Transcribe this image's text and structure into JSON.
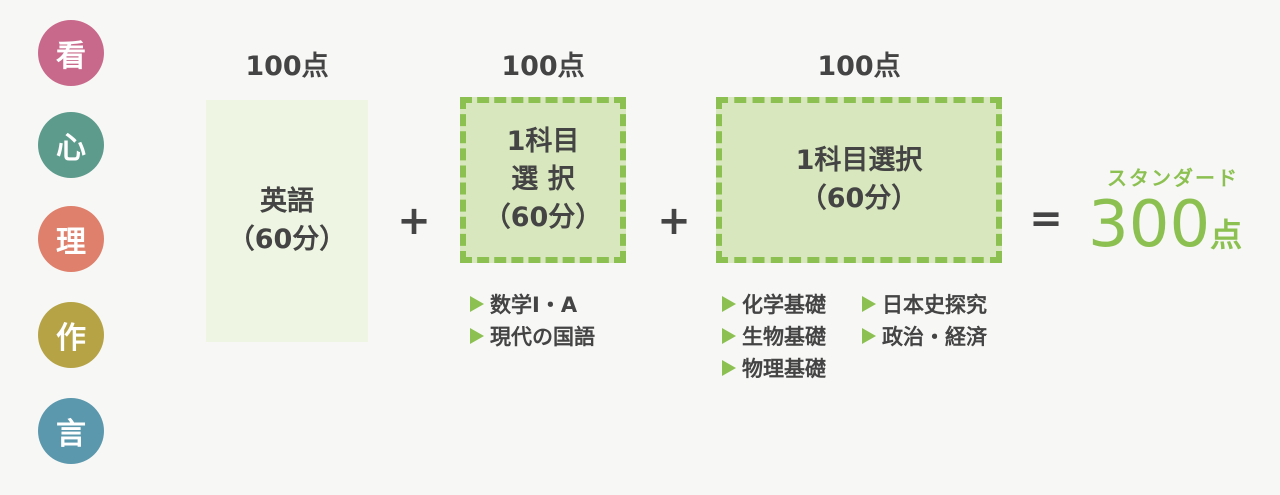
{
  "side_circles": [
    {
      "label": "看",
      "color": "#c8698b"
    },
    {
      "label": "心",
      "color": "#5d9b8c"
    },
    {
      "label": "理",
      "color": "#de806b"
    },
    {
      "label": "作",
      "color": "#b5a346"
    },
    {
      "label": "言",
      "color": "#5b98ad"
    }
  ],
  "column1": {
    "score": "100点",
    "box_line1": "英語",
    "box_line2": "（60分）"
  },
  "op_plus": "+",
  "column2": {
    "score": "100点",
    "box_line1": "1科目",
    "box_line2": "選 択",
    "box_line3": "（60分）",
    "subjects": [
      "数学Ⅰ・A",
      "現代の国語"
    ]
  },
  "column3": {
    "score": "100点",
    "box_line1": "1科目選択",
    "box_line2": "（60分）",
    "subjects_left": [
      "化学基礎",
      "生物基礎",
      "物理基礎"
    ],
    "subjects_right": [
      "日本史探究",
      "政治・経済"
    ]
  },
  "op_equals": "=",
  "result": {
    "label": "スタンダード",
    "total": "300",
    "unit": "点"
  },
  "colors": {
    "accent": "#8cc152",
    "box_light": "#eef5e2",
    "box_mid": "#d8e7bd",
    "text": "#444444"
  }
}
